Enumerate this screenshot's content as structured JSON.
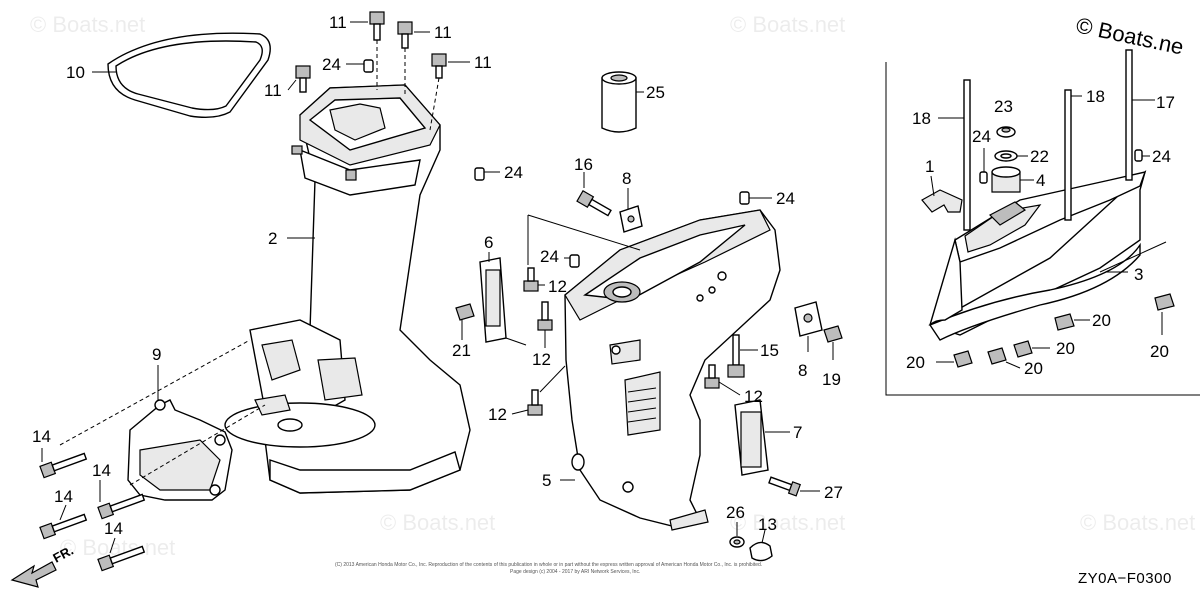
{
  "watermark": {
    "text": "© Boats.net",
    "top_right_text": "© Boats.ne"
  },
  "diagram_code": "ZY0A−F0300",
  "direction_label": "FR.",
  "copyright": {
    "line1": "(C) 2013 American Honda Motor Co., Inc. Reproduction of the contents of this publication in whole or in part without the express written approval of American Honda Motor Co., Inc. is prohibited.",
    "line2": "Page design (c) 2004 - 2017 by ARI Network Services, Inc."
  },
  "callouts": {
    "c1": "1",
    "c2": "2",
    "c3": "3",
    "c4": "4",
    "c5": "5",
    "c6": "6",
    "c7": "7",
    "c8": "8",
    "c9": "9",
    "c10": "10",
    "c11": "11",
    "c12": "12",
    "c13": "13",
    "c14": "14",
    "c15": "15",
    "c16": "16",
    "c17": "17",
    "c18": "18",
    "c19": "19",
    "c20": "20",
    "c21": "21",
    "c22": "22",
    "c23": "23",
    "c24": "24",
    "c25": "25",
    "c26": "26",
    "c27": "27"
  }
}
